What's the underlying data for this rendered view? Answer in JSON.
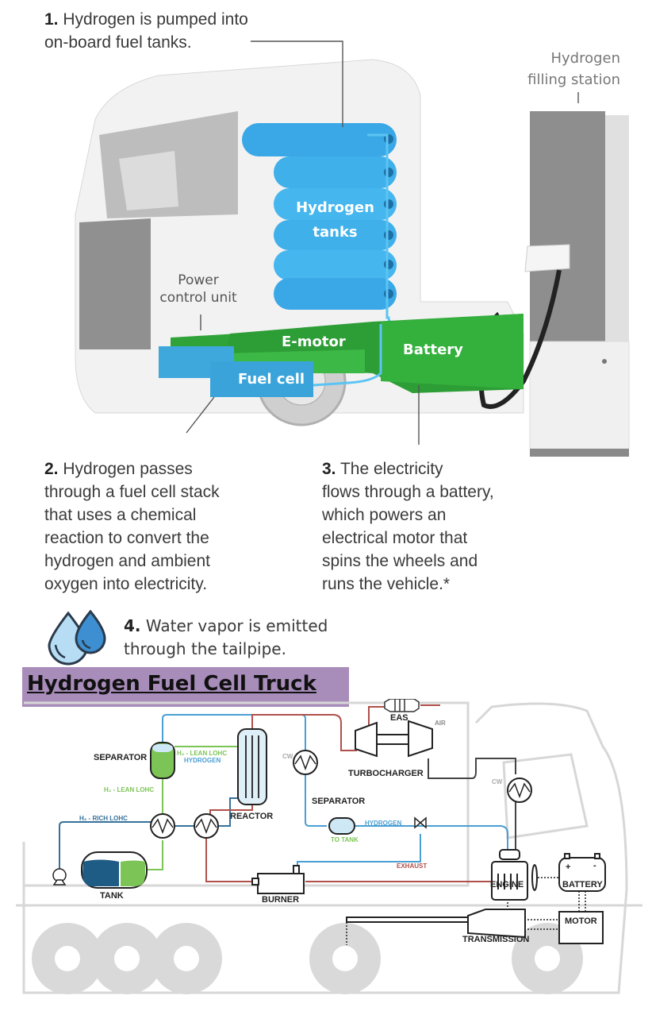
{
  "infographic": {
    "step1": {
      "number": "1.",
      "text_line1": "Hydrogen is pumped into",
      "text_line2": "on-board fuel tanks."
    },
    "filling_station_label": {
      "line1": "Hydrogen",
      "line2": "filling station"
    },
    "tank_label": {
      "line1": "Hydrogen",
      "line2": "tanks"
    },
    "power_control_label": {
      "line1": "Power",
      "line2": "control unit"
    },
    "emotor_label": "E-motor",
    "battery_label": "Battery",
    "fuel_cell_label": "Fuel cell",
    "step2": {
      "number": "2.",
      "lines": [
        "Hydrogen passes",
        "through a fuel cell stack",
        "that uses a chemical",
        "reaction to convert the",
        "hydrogen and ambient",
        "oxygen into electricity."
      ]
    },
    "step3": {
      "number": "3.",
      "lines": [
        "The electricity",
        "flows through a battery,",
        "which powers an",
        "electrical motor that",
        "spins the wheels and",
        "runs the vehicle.*"
      ]
    },
    "step4": {
      "number": "4.",
      "text_line1": "Water vapor is emitted",
      "text_line2": "through the tailpipe.",
      "icon": "water-drops-icon"
    },
    "colors": {
      "tank_blue": "#3fb0ea",
      "component_green": "#2fa338",
      "title_bar": "#a88cba",
      "pipe_blue": "#4a9fd4",
      "pipe_red": "#b0504a",
      "lohc_green": "#7cc455"
    }
  },
  "diagram": {
    "title": "Hydrogen Fuel Cell Truck",
    "labels": {
      "separator_top": "SEPARATOR",
      "lean_lohc_h": "H₂ - LEAN LOHC",
      "hydrogen_top": "HYDROGEN",
      "lean_lohc_v": "H₂ - LEAN LOHC",
      "rich_lohc": "H₂ - RICH LOHC",
      "reactor": "REACTOR",
      "cw1": "CW",
      "cw2": "CW",
      "eas": "EAS",
      "air": "AIR",
      "turbocharger": "TURBOCHARGER",
      "separator_mid": "SEPARATOR",
      "hydrogen_mid": "HYDROGEN",
      "to_tank": "TO TANK",
      "exhaust": "EXHAUST",
      "engine": "ENGINE",
      "battery": "BATTERY",
      "battery_plus": "+",
      "battery_minus": "-",
      "tank": "TANK",
      "burner": "BURNER",
      "motor": "MOTOR",
      "transmission": "TRANSMISSION"
    }
  }
}
